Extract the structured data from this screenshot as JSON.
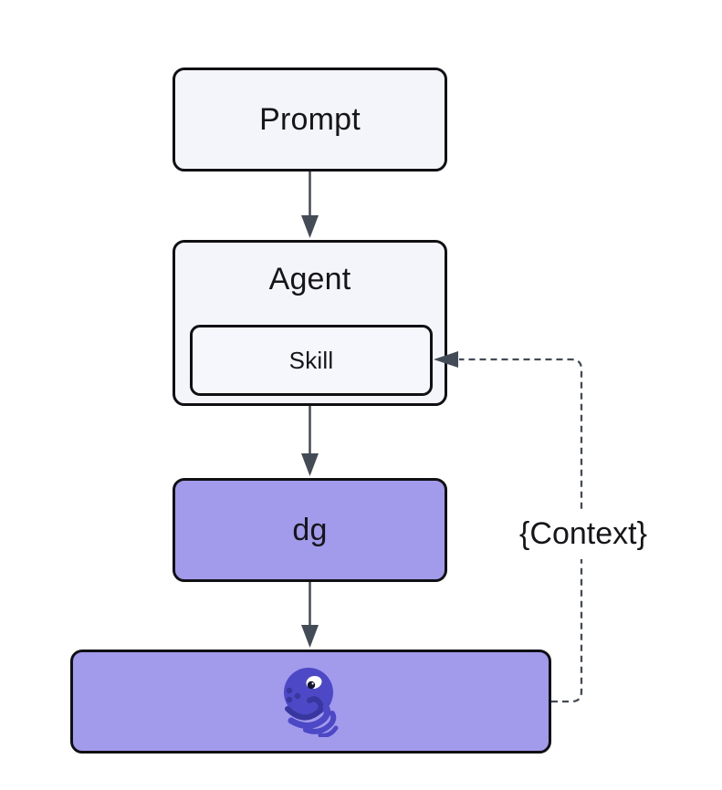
{
  "diagram": {
    "title": "agent-context-flow-diagram",
    "nodes": {
      "prompt": {
        "label": "Prompt"
      },
      "agent": {
        "label": "Agent"
      },
      "skill": {
        "label": "Skill"
      },
      "dg": {
        "label": "dg"
      },
      "runtime": {
        "icon": "octopus-icon"
      }
    },
    "connectors": {
      "context_label": "{Context}",
      "edges": [
        {
          "from": "prompt",
          "to": "agent",
          "style": "solid-arrow"
        },
        {
          "from": "agent",
          "to": "dg",
          "style": "solid-arrow"
        },
        {
          "from": "dg",
          "to": "runtime",
          "style": "solid-arrow"
        },
        {
          "from": "runtime",
          "to": "skill",
          "style": "dashed-arrow",
          "label": "{Context}"
        }
      ]
    },
    "colors": {
      "background": "#ffffff",
      "node_light_fill": "#f4f4fb",
      "node_purple_fill": "#a29bec",
      "node_border": "#101014",
      "connector": "#424b56",
      "octopus_body": "#4c48c6",
      "octopus_accent": "#38379f",
      "octopus_eye": "#ffffff",
      "octopus_pupil": "#141432"
    }
  }
}
